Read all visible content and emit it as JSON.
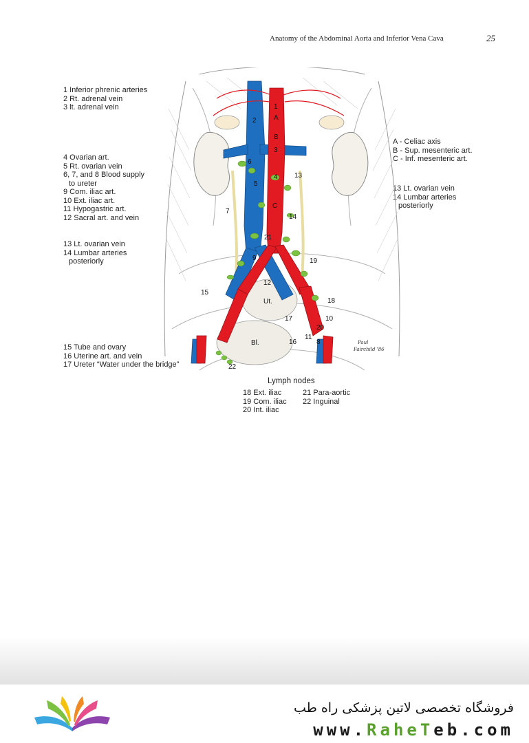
{
  "header": {
    "title": "Anatomy of the Abdominal Aorta and Inferior Vena Cava",
    "page_number": "25"
  },
  "legend_left_top": [
    "1 Inferior phrenic arteries",
    "2 Rt. adrenal vein",
    "3 lt. adrenal vein"
  ],
  "legend_left_mid": [
    "4 Ovarian art.",
    "5 Rt. ovarian vein",
    "6, 7, and 8 Blood supply",
    "to ureter",
    "9 Com. iliac art.",
    "10 Ext. iliac art.",
    "11 Hypogastric art.",
    "12 Sacral art. and vein"
  ],
  "legend_left_low": [
    "13 Lt. ovarian vein",
    "14 Lumbar arteries",
    "posteriorly"
  ],
  "legend_left_bottom": [
    "15 Tube and ovary",
    "16 Uterine art. and vein",
    "17 Ureter “Water under the bridge”"
  ],
  "legend_right_top": [
    "A - Celiac axis",
    "B - Sup. mesenteric art.",
    "C - Inf. mesenteric art."
  ],
  "legend_right_mid": [
    "13 Lt. ovarian vein",
    "14 Lumbar arteries",
    "posteriorly"
  ],
  "lymph": {
    "title": "Lymph nodes",
    "col1": [
      "18 Ext. iliac",
      "19 Com. iliac",
      "20 Int. iliac"
    ],
    "col2": [
      "21 Para-aortic",
      "22 Inguinal"
    ]
  },
  "figure_labels": {
    "n1": "1",
    "n2": "2",
    "n3": "3",
    "n4": "4",
    "n5": "5",
    "n6": "6",
    "n7": "7",
    "n8": "8",
    "n9": "9",
    "n10": "10",
    "n11": "11",
    "n12": "12",
    "n13": "13",
    "n14": "14",
    "n15": "15",
    "n16": "16",
    "n17": "17",
    "n18": "18",
    "n19": "19",
    "n20": "20",
    "n21": "21",
    "n22": "22",
    "A": "A",
    "B": "B",
    "C": "C",
    "ut": "Ut.",
    "bl": "Bl.",
    "sig1": "Paul",
    "sig2": "Fairchild '86"
  },
  "footer": {
    "persian": "فروشگاه تخصصی لاتین پزشکی  راه طب",
    "url_pre": "www.",
    "url_r": "Rahe",
    "url_t": "T",
    "url_post": "eb.com"
  },
  "colors": {
    "artery": "#e21b23",
    "vein": "#1f6fc0",
    "lymph": "#7cc242",
    "ureter": "#e8dca0",
    "kidney": "#f4f1ea"
  }
}
